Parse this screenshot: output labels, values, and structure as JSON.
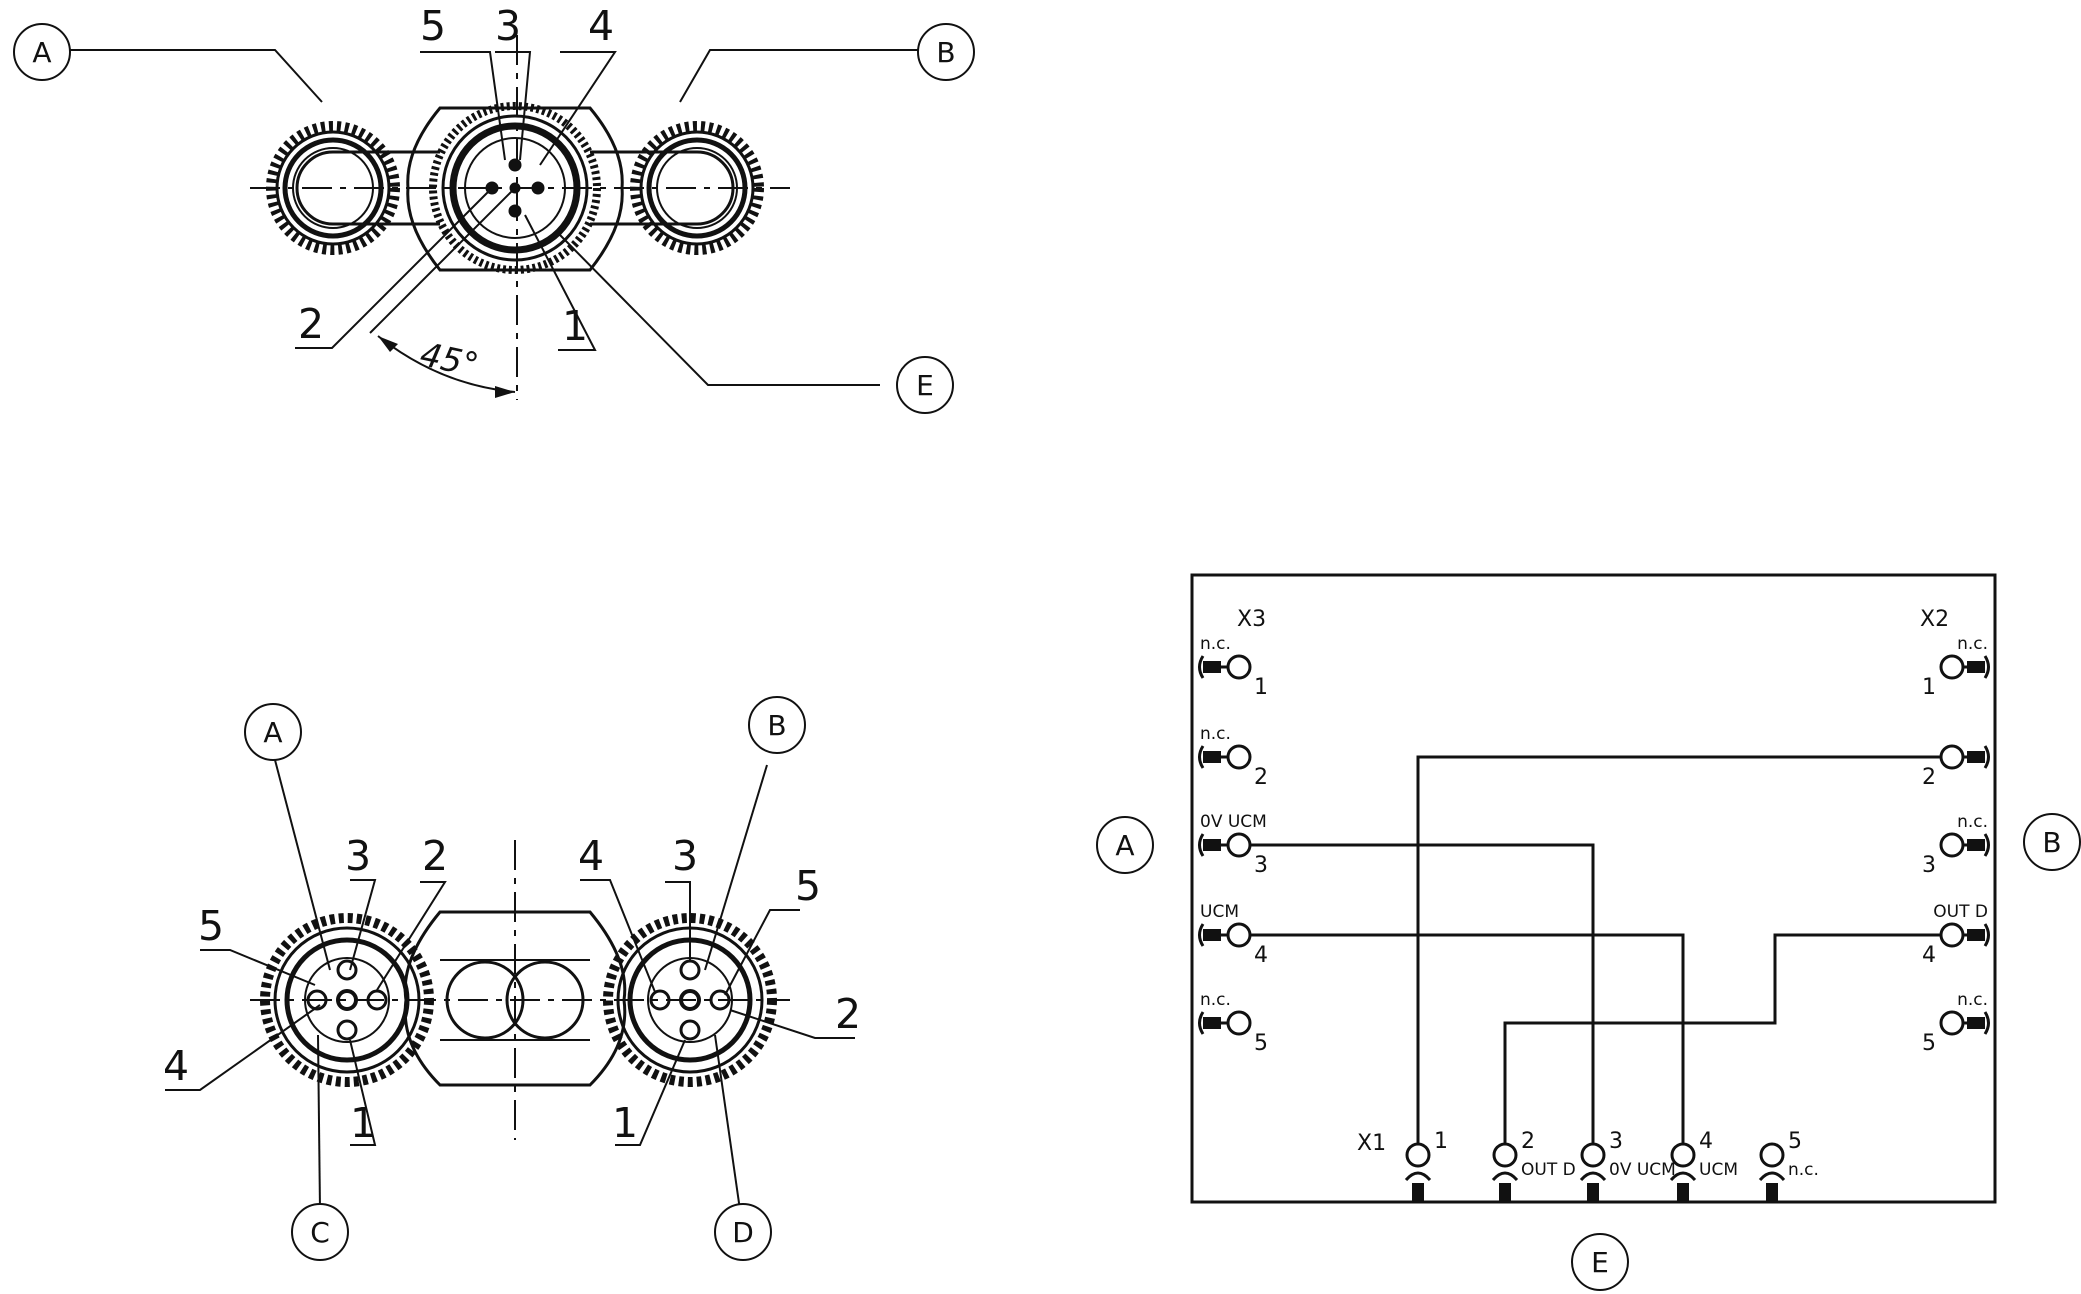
{
  "callouts": {
    "a": "A",
    "b": "B",
    "c": "C",
    "d": "D",
    "e": "E"
  },
  "top_view": {
    "pin_labels": {
      "p5": "5",
      "p3": "3",
      "p4": "4",
      "p2": "2",
      "p1": "1"
    },
    "angle": "45°"
  },
  "bottom_view": {
    "left_connector": {
      "p3": "3",
      "p2": "2",
      "p5": "5",
      "p4": "4",
      "p1": "1"
    },
    "right_connector": {
      "p4": "4",
      "p3": "3",
      "p5": "5",
      "p2": "2",
      "p1": "1"
    }
  },
  "schematic": {
    "x3": {
      "name": "X3",
      "pins": [
        {
          "num": "1",
          "signal": "n.c."
        },
        {
          "num": "2",
          "signal": "n.c."
        },
        {
          "num": "3",
          "signal": "0V UCM"
        },
        {
          "num": "4",
          "signal": "UCM"
        },
        {
          "num": "5",
          "signal": "n.c."
        }
      ]
    },
    "x2": {
      "name": "X2",
      "pins": [
        {
          "num": "1",
          "signal": "n.c."
        },
        {
          "num": "2",
          "signal": ""
        },
        {
          "num": "3",
          "signal": "n.c."
        },
        {
          "num": "4",
          "signal": "OUT D"
        },
        {
          "num": "5",
          "signal": "n.c."
        }
      ]
    },
    "x1": {
      "name": "X1",
      "pins": [
        {
          "num": "1",
          "signal": ""
        },
        {
          "num": "2",
          "signal": "OUT D"
        },
        {
          "num": "3",
          "signal": "0V UCM"
        },
        {
          "num": "4",
          "signal": "UCM"
        },
        {
          "num": "5",
          "signal": "n.c."
        }
      ]
    }
  }
}
